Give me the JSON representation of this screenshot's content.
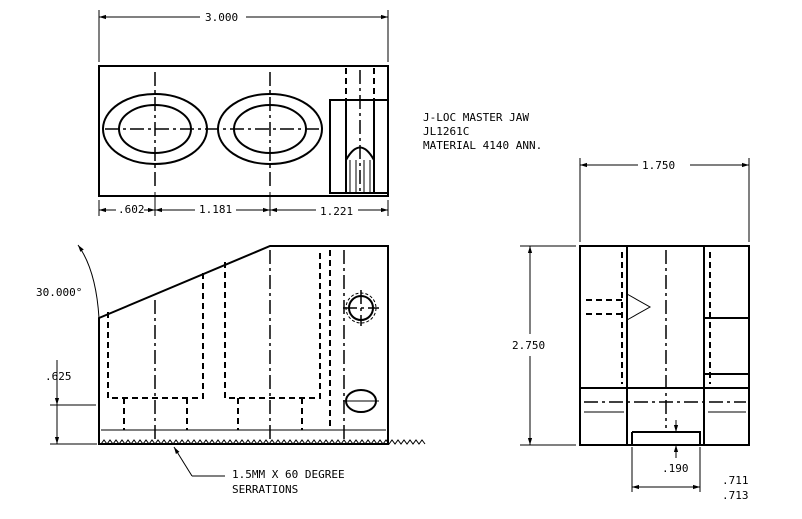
{
  "title_block": {
    "line1": "J-LOC MASTER JAW",
    "line2": "JL1261C",
    "line3": "MATERIAL   4140 ANN."
  },
  "dimensions": {
    "overall_width": "3.000",
    "hole1_from_left": ".602",
    "hole_spacing": "1.181",
    "hole2_to_right": "1.221",
    "side_width": "1.750",
    "side_height": "2.750",
    "angle": "30.000°",
    "front_height": ".625",
    "slot_depth": ".190",
    "slot_width_min": ".711",
    "slot_width_max": ".713"
  },
  "notes": {
    "serrations_line1": "1.5MM X 60 DEGREE",
    "serrations_line2": "SERRATIONS"
  }
}
